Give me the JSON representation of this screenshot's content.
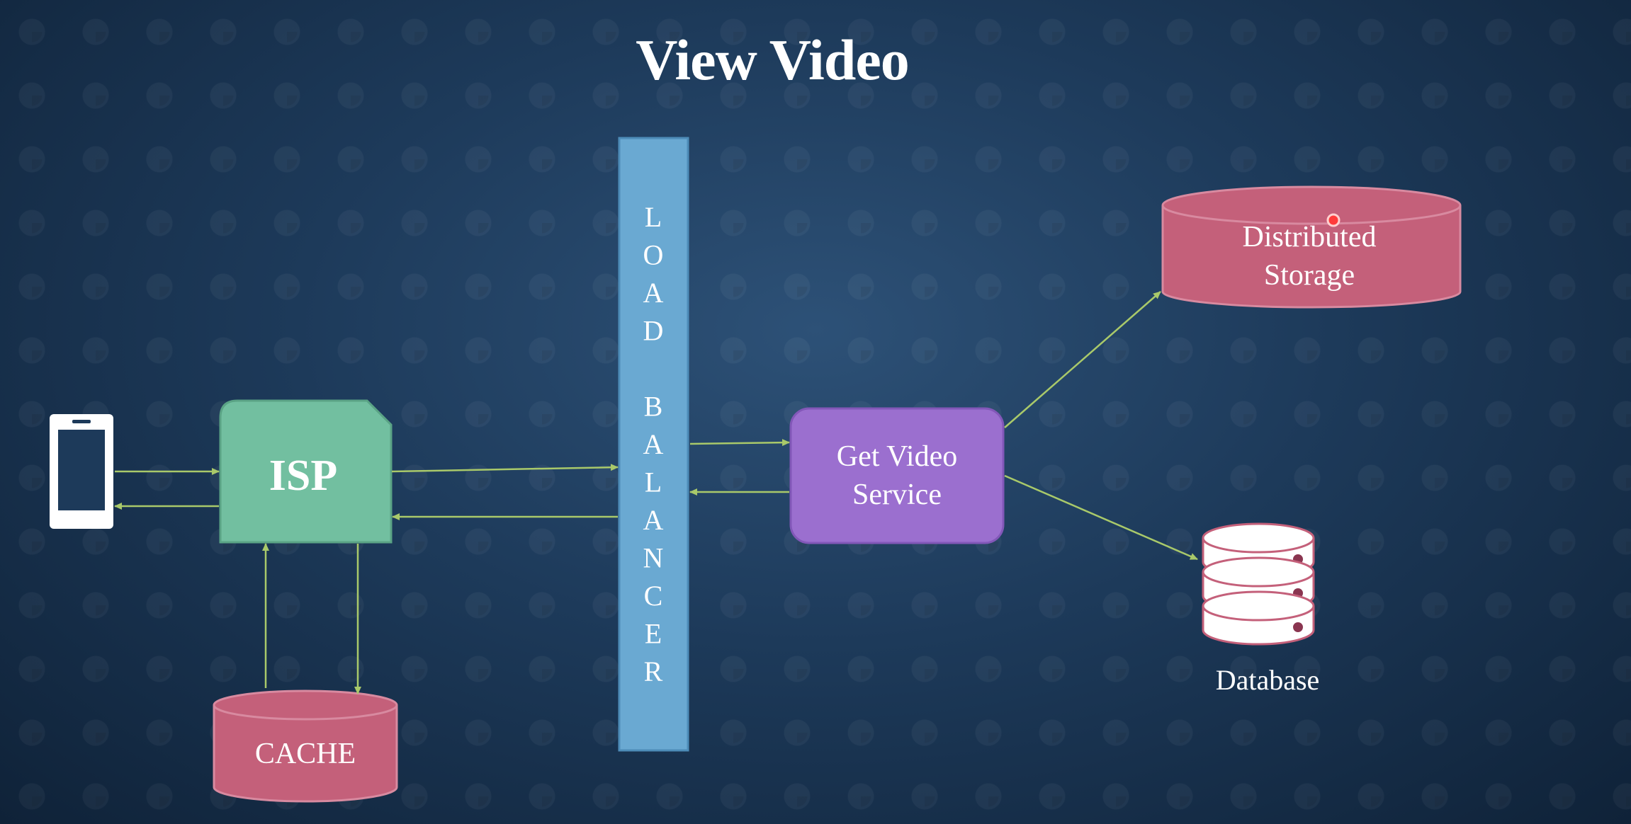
{
  "title": "View Video",
  "nodes": {
    "isp": "ISP",
    "cache": "CACHE",
    "load_balancer": "LOAD BALANCER",
    "lb_letters_top": [
      "L",
      "O",
      "A",
      "D"
    ],
    "lb_letters_bottom": [
      "B",
      "A",
      "L",
      "A",
      "N",
      "C",
      "E",
      "R"
    ],
    "get_video_service": [
      "Get Video",
      "Service"
    ],
    "distributed_storage": [
      "Distributed",
      "Storage"
    ],
    "database": "Database"
  },
  "colors": {
    "isp": "#72bfa0",
    "cache": "#c4607a",
    "load_balancer": "#6aa9d2",
    "service": "#9b6fcf",
    "storage": "#c4607a",
    "arrow": "#a9c96a"
  },
  "icons": {
    "client": "phone-icon",
    "database": "database-icon"
  }
}
